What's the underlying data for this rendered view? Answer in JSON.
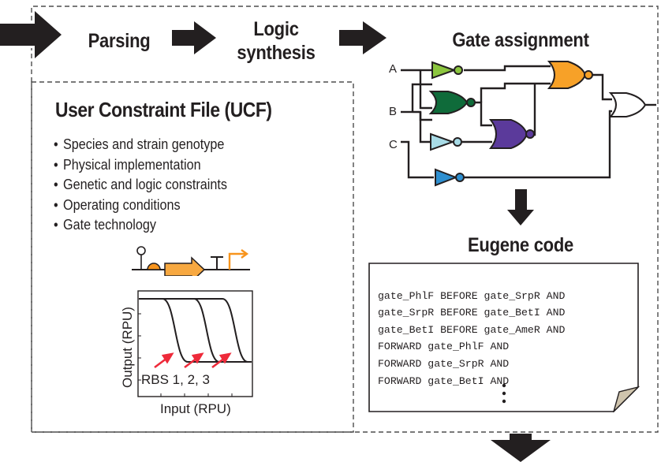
{
  "stages": {
    "parsing": "Parsing",
    "logic_line1": "Logic",
    "logic_line2": "synthesis",
    "gate_assignment": "Gate assignment",
    "eugene_code": "Eugene code"
  },
  "ucf": {
    "title": "User Constraint File (UCF)",
    "items": [
      "Species and strain genotype",
      "Physical implementation",
      "Genetic and logic constraints",
      "Operating conditions",
      "Gate technology"
    ]
  },
  "plot": {
    "ylabel": "Output (RPU)",
    "xlabel": "Input (RPU)",
    "annotation": "RBS 1, 2, 3"
  },
  "circuit": {
    "inputs": [
      "A",
      "B",
      "C"
    ]
  },
  "code": {
    "lines": [
      "gate_PhlF BEFORE gate_SrpR AND",
      "gate_SrpR BEFORE gate_BetI AND",
      "gate_BetI BEFORE gate_AmeR AND",
      "FORWARD gate_PhlF AND",
      "FORWARD gate_SrpR AND",
      "FORWARD gate_BetI AND"
    ]
  },
  "colors": {
    "not_gate_a": "#8cc63f",
    "nor_gate_ab": "#0f6b3a",
    "not_gate_b": "#a8dbe6",
    "nor_gate_purple": "#5b3a9b",
    "nor_gate_orange": "#f7a128",
    "not_gate_c": "#2e8fd0",
    "or_gate": "#ffffff",
    "arrow": "#231f20",
    "annotation_arrow": "#ee2a3a",
    "promoter": "#f7941d",
    "cds": "#f7a840"
  }
}
